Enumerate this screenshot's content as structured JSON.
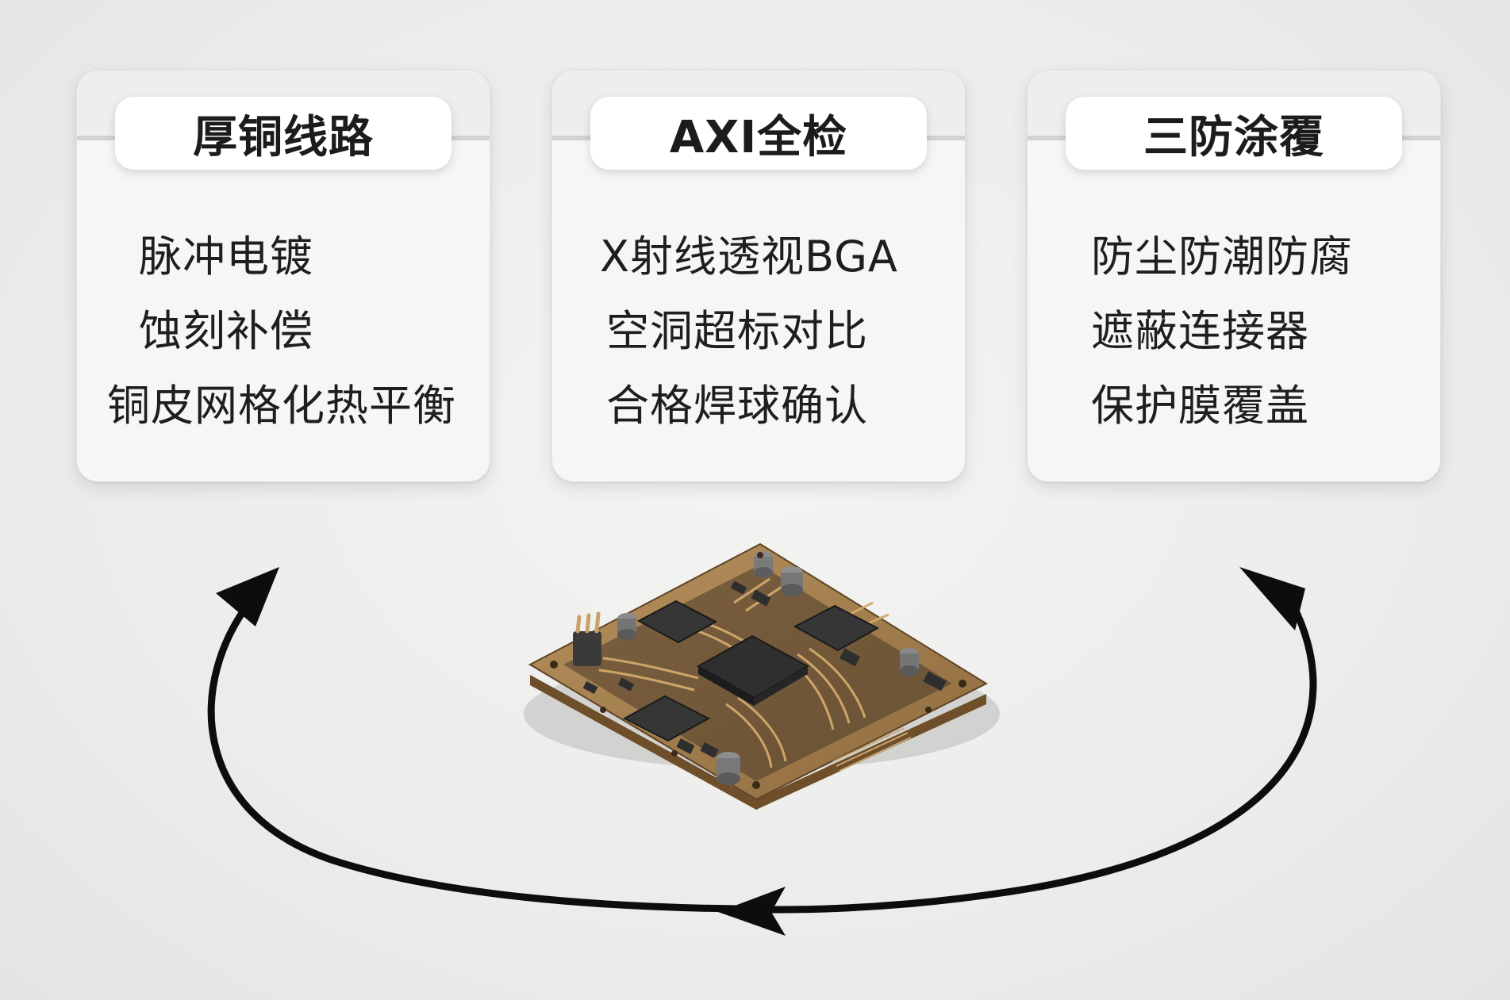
{
  "cards": [
    {
      "title": "厚铜线路",
      "items": [
        "脉冲电镀",
        "蚀刻补偿",
        "铜皮网格化热平衡"
      ]
    },
    {
      "title": "AXI全检",
      "items": [
        "X射线透视BGA",
        "空洞超标对比",
        "合格焊球确认"
      ]
    },
    {
      "title": "三防涂覆",
      "items": [
        "防尘防潮防腐",
        "遮蔽连接器",
        "保护膜覆盖"
      ]
    }
  ],
  "illustration": {
    "subject": "pcb-board-icon",
    "cycle_arrow": "cycle-arrow-icon"
  },
  "colors": {
    "board": "#a07a48",
    "trace": "#c9a066",
    "chip": "#3a3a3a",
    "arrow": "#0d0d0d"
  }
}
